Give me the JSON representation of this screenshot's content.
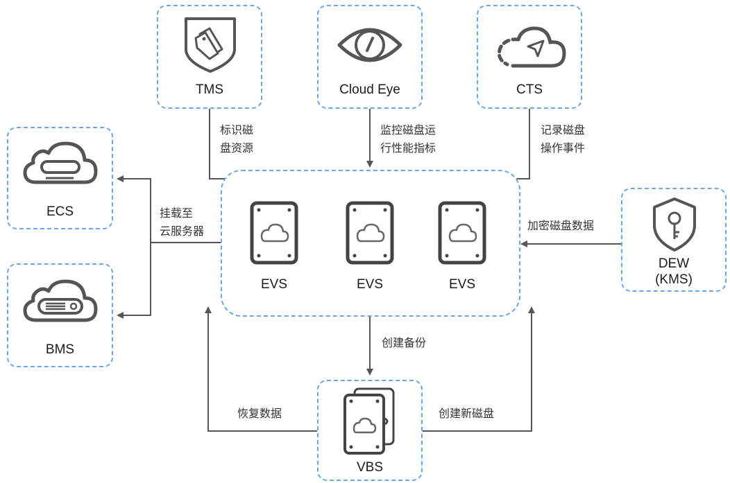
{
  "nodes": {
    "tms": "TMS",
    "cloud_eye": "Cloud Eye",
    "cts": "CTS",
    "ecs": "ECS",
    "bms": "BMS",
    "evs1": "EVS",
    "evs2": "EVS",
    "evs3": "EVS",
    "dew": "DEW\n(KMS)",
    "vbs": "VBS"
  },
  "edges": {
    "tms_to_evs": "标识磁\n盘资源",
    "cloudeye_to_evs": "监控磁盘运\n行性能指标",
    "cts_to_evs": "记录磁盘\n操作事件",
    "evs_to_servers": "挂载至\n云服务器",
    "dew_to_evs": "加密磁盘数据",
    "evs_to_vbs": "创建备份",
    "vbs_restore": "恢复数据",
    "vbs_new_disk": "创建新磁盘"
  },
  "icons": {
    "tms": "tag-shield-icon",
    "cloud_eye": "eye-icon",
    "cts": "cloud-send-icon",
    "ecs": "cloud-server-icon",
    "bms": "cloud-baremetal-icon",
    "evs": "disk-cloud-icon",
    "dew": "key-shield-icon",
    "vbs": "backup-disk-icon"
  },
  "colors": {
    "border": "#6aa6e6",
    "icon": "#555555",
    "arrow": "#555555"
  }
}
